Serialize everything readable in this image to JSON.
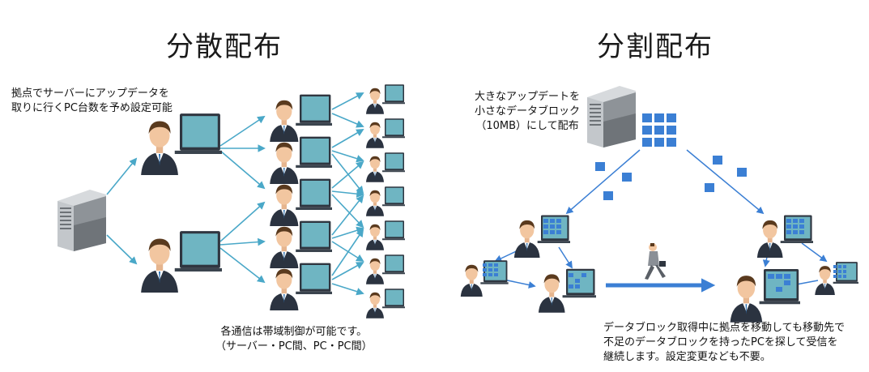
{
  "left": {
    "title": "分散配布",
    "top_note": "拠点でサーバーにアップデータを\n取りに行くPC台数を予め設定可能",
    "bottom_note": "各通信は帯域制御が可能です。\n（サーバー・PC間、PC・PC間）"
  },
  "right": {
    "title": "分割配布",
    "top_note": "大きなアップデートを\n小さなデータブロック\n（10MB）にして配布",
    "bottom_note": "データブロック取得中に拠点を移動しても移動先で\n不足のデータブロックを持ったPCを探して受信を\n継続します。設定変更なども不要。"
  },
  "colors": {
    "arrow": "#4aa8c8",
    "block": "#3b7fd4",
    "screen": "#6fb5c2",
    "laptop": "#2f3640",
    "server": "#b8bcc0",
    "skin": "#f2c6a0",
    "hair": "#5a3a1e",
    "suit": "#2b3340"
  },
  "icons": [
    "server-icon",
    "person-laptop-icon",
    "data-block-icon",
    "walking-person-icon"
  ]
}
